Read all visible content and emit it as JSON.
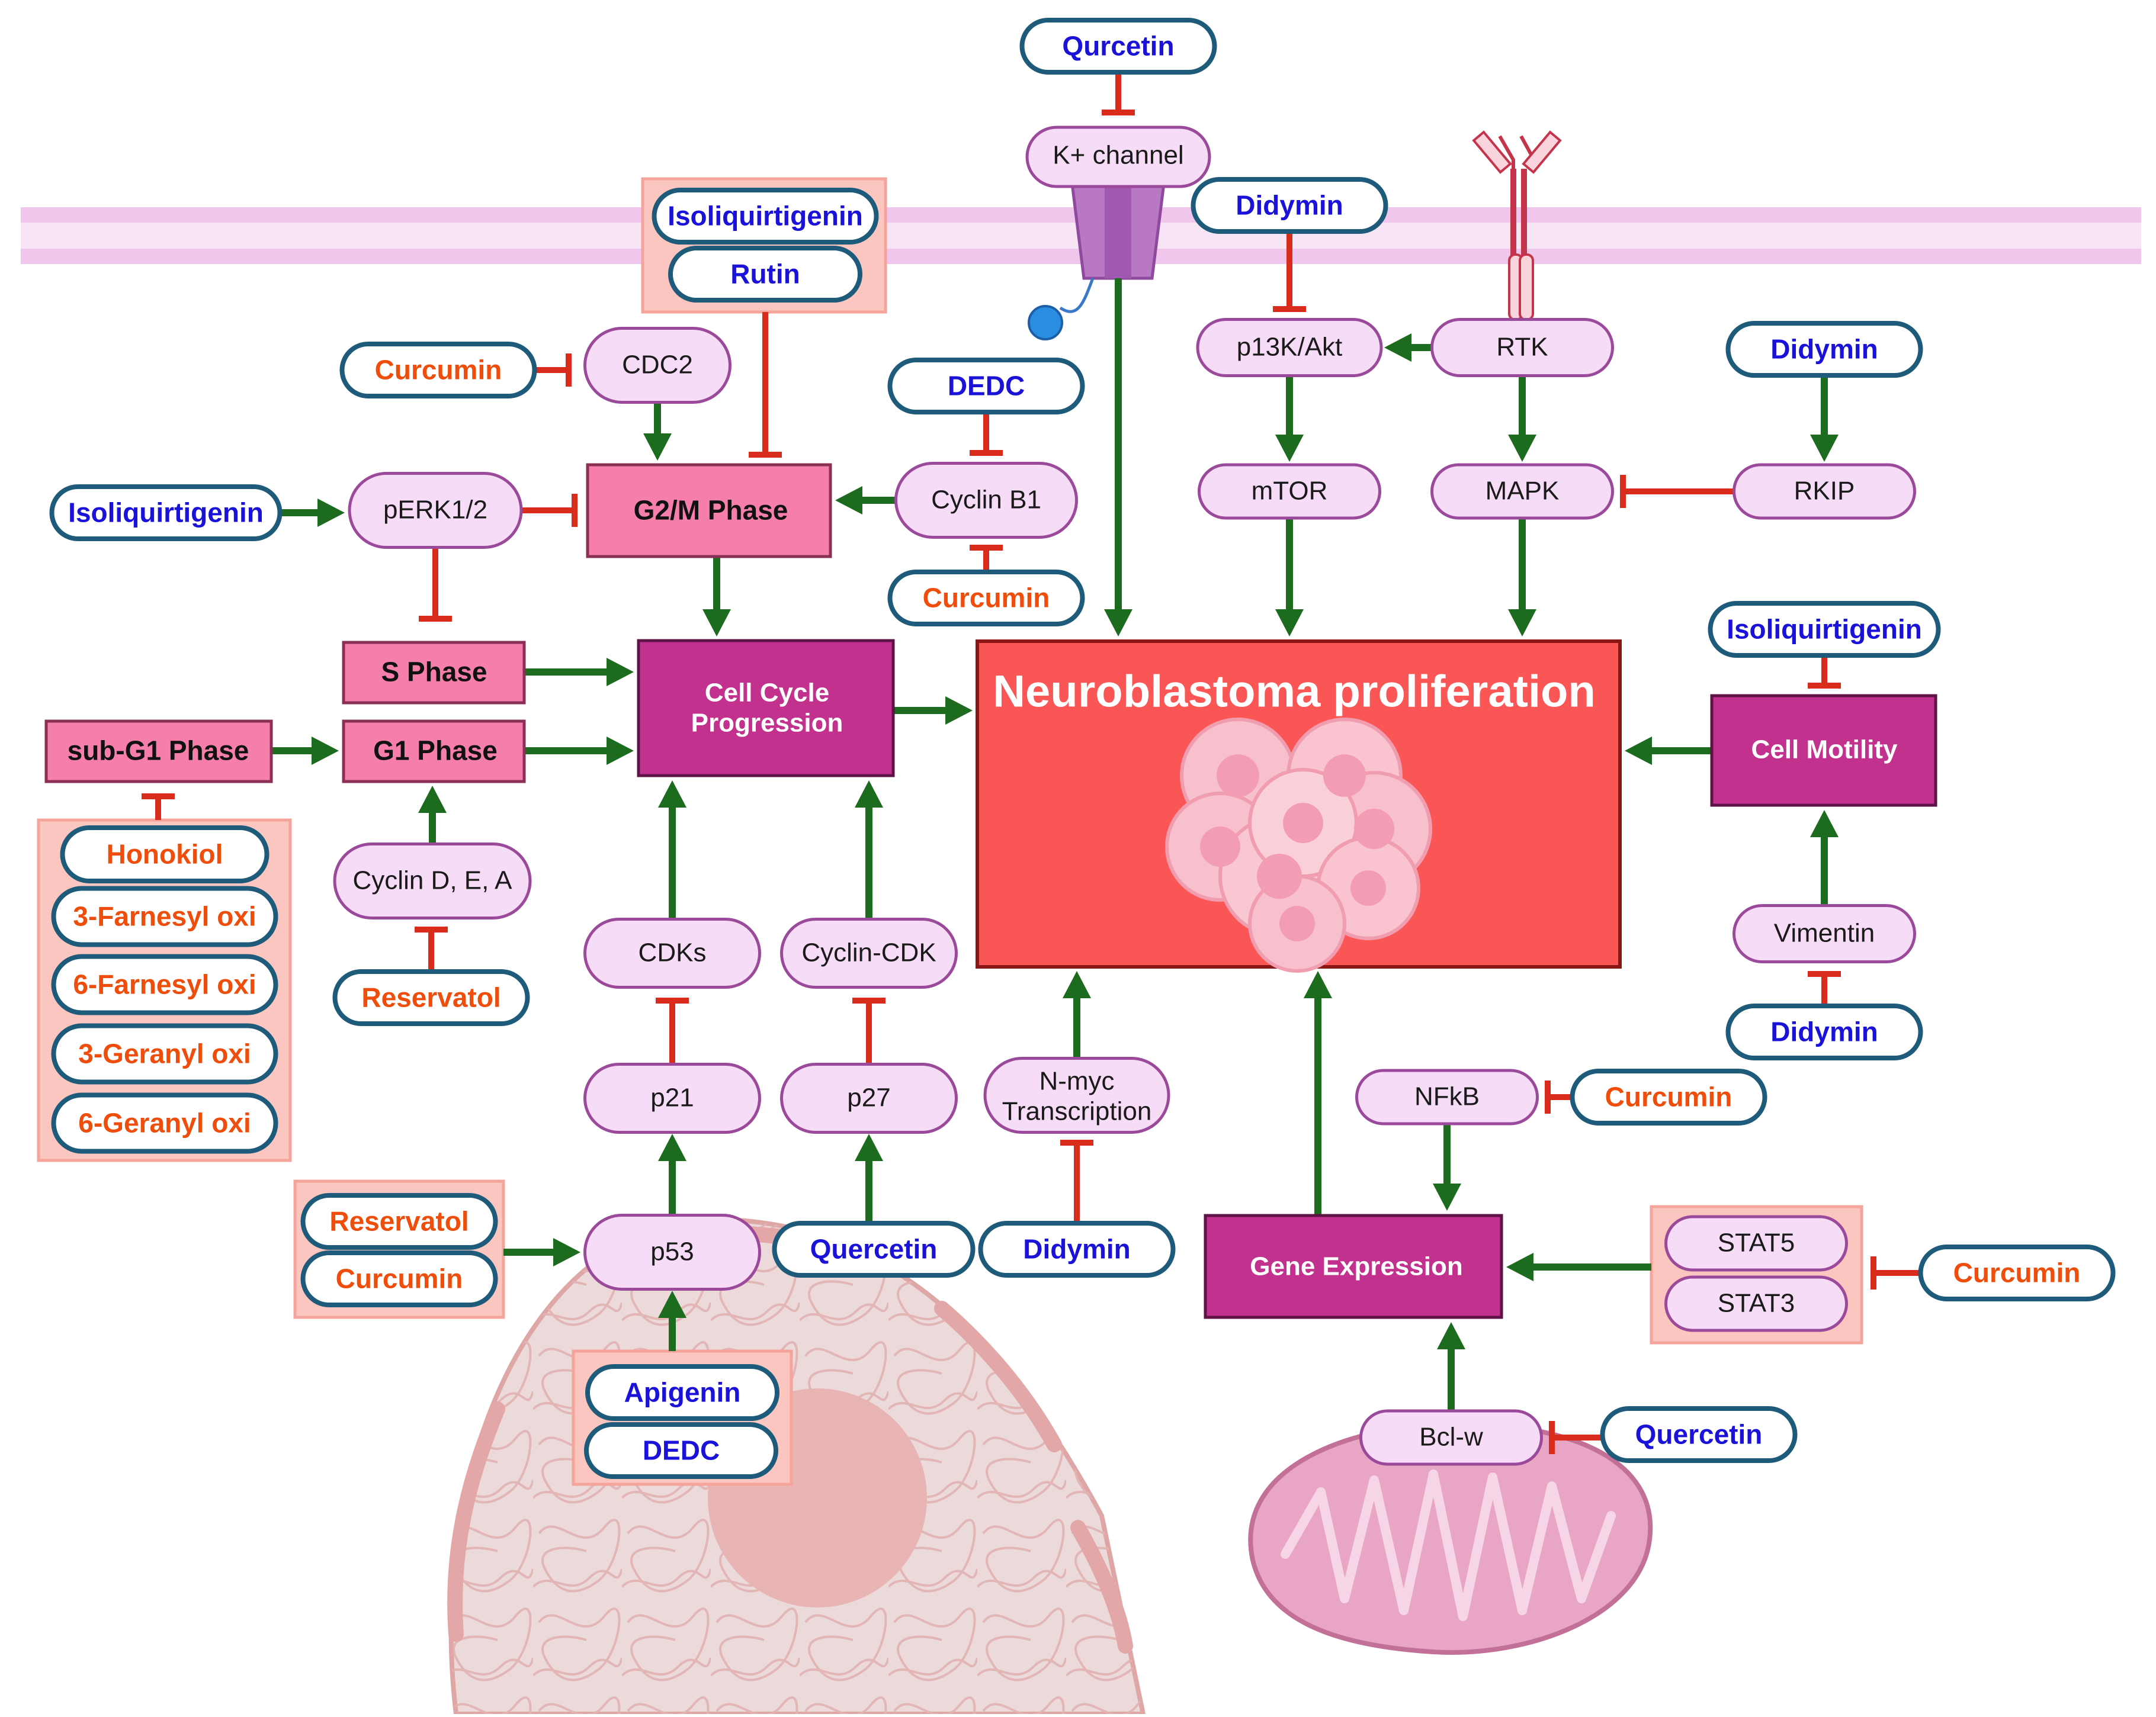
{
  "colors": {
    "activation": "#1c6b1e",
    "inhibition": "#d92c1c",
    "drug_blue": "#1a12d9",
    "drug_orange": "#ef4d0b",
    "protein_fill": "#f6dcf6",
    "protein_border": "#9b4a9b",
    "phase_fill": "#f57eaa",
    "process_fill": "#c2318d",
    "proliferation_fill": "#fb5656",
    "membrane": "#f2cbee"
  },
  "labels": {
    "title": "Neuroblastoma proliferation",
    "cell_cycle_progression": "Cell Cycle\nProgression",
    "cell_motility": "Cell Motility",
    "gene_expression": "Gene Expression",
    "g2m_phase": "G2/M Phase",
    "s_phase": "S Phase",
    "g1_phase": "G1 Phase",
    "subg1_phase": "sub-G1 Phase",
    "k_channel": "K+ channel",
    "cdc2": "CDC2",
    "perk": "pERK1/2",
    "cyclin_b1": "Cyclin B1",
    "p13k_akt": "p13K/Akt",
    "rtk": "RTK",
    "mtor": "mTOR",
    "mapk": "MAPK",
    "rkip": "RKIP",
    "cyclin_dea": "Cyclin D, E, A",
    "cdks": "CDKs",
    "cyclin_cdk": "Cyclin-CDK",
    "p21": "p21",
    "p27": "p27",
    "p53": "p53",
    "nmyc": "N-myc\nTranscription",
    "vimentin": "Vimentin",
    "nfkb": "NFkB",
    "stat5": "STAT5",
    "stat3": "STAT3",
    "bclw": "Bcl-w"
  },
  "drugs": {
    "qurcetin_top": "Qurcetin",
    "isoliquirtigenin_top": "Isoliquirtigenin",
    "rutin": "Rutin",
    "didymin_pi3k": "Didymin",
    "curcumin_cdc2": "Curcumin",
    "dedc_top": "DEDC",
    "didymin_rkip": "Didymin",
    "isoliquirtigenin_perk": "Isoliquirtigenin",
    "curcumin_cyclinb1": "Curcumin",
    "isoliquirtigenin_motility": "Isoliquirtigenin",
    "honokiol": "Honokiol",
    "farnesyl3": "3-Farnesyl oxi",
    "farnesyl6": "6-Farnesyl oxi",
    "geranyl3": "3-Geranyl oxi",
    "geranyl6": "6-Geranyl oxi",
    "reservatol_cyclin": "Reservatol",
    "didymin_vimentin": "Didymin",
    "curcumin_nfkb": "Curcumin",
    "reservatol_p53": "Reservatol",
    "curcumin_p53": "Curcumin",
    "quercetin_p27": "Quercetin",
    "didymin_nmyc": "Didymin",
    "curcumin_stat": "Curcumin",
    "apigenin": "Apigenin",
    "dedc_p53": "DEDC",
    "quercetin_bclw": "Quercetin"
  }
}
